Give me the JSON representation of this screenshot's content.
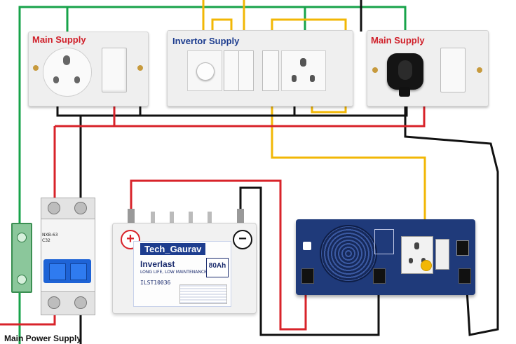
{
  "labels": {
    "main_supply_left": "Main Supply",
    "inverter_supply": "Invertor Supply",
    "main_supply_right": "Main Supply",
    "main_power_supply": "Main Power Supply"
  },
  "battery": {
    "brand_tag": "Tech_Gaurav",
    "name": "Inverlast",
    "subtitle": "LONG LIFE, LOW MAINTENANCE",
    "model": "ILST10036",
    "capacity": "80Ah",
    "plus_sign": "+",
    "minus_sign": "−"
  },
  "mcb": {
    "model": "NXB-63",
    "rating": "C32"
  },
  "colors": {
    "phase_wire": "#d8232a",
    "neutral_wire": "#111111",
    "earth_wire": "#17a34a",
    "inverter_wire": "#f2b705",
    "board_plate": "#eeeeee",
    "inverter_body": "#1f3a7a",
    "mcb_body": "#1e63d6"
  },
  "icons": [
    "dimmer-knob-icon",
    "switch-icon",
    "socket-icon",
    "plug-icon",
    "fan-icon",
    "plus-icon",
    "minus-icon"
  ]
}
